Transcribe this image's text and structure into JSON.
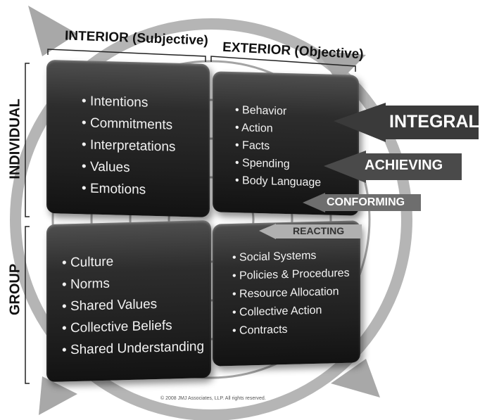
{
  "headers": {
    "interior": "INTERIOR (Subjective)",
    "exterior": "EXTERIOR (Objective)",
    "individual": "INDIVIDUAL",
    "group": "GROUP"
  },
  "quadrants": {
    "upper_left": [
      "Intentions",
      "Commitments",
      "Interpretations",
      "Values",
      "Emotions"
    ],
    "upper_right": [
      "Behavior",
      "Action",
      "Facts",
      "Spending",
      "Body Language"
    ],
    "lower_left": [
      "Culture",
      "Norms",
      "Shared Values",
      "Collective Beliefs",
      "Shared Understanding"
    ],
    "lower_right": [
      "Social Systems",
      "Policies & Procedures",
      "Resource Allocation",
      "Collective Action",
      "Contracts"
    ]
  },
  "levels": {
    "integral": "INTEGRAL",
    "achieving": "ACHIEVING",
    "conforming": "CONFORMING",
    "reacting": "REACTING"
  },
  "copyright": "© 2008 JMJ Associates, LLP. All rights reserved.",
  "colors": {
    "box_dark": "#1f1f1f",
    "arrow_dark": "#3a3a3a",
    "arrow_mid": "#6e6e6e",
    "arrow_light": "#b0b0b0",
    "circle_gray": "#9a9a9a"
  },
  "icons": [
    "circle-arrow-icon"
  ]
}
